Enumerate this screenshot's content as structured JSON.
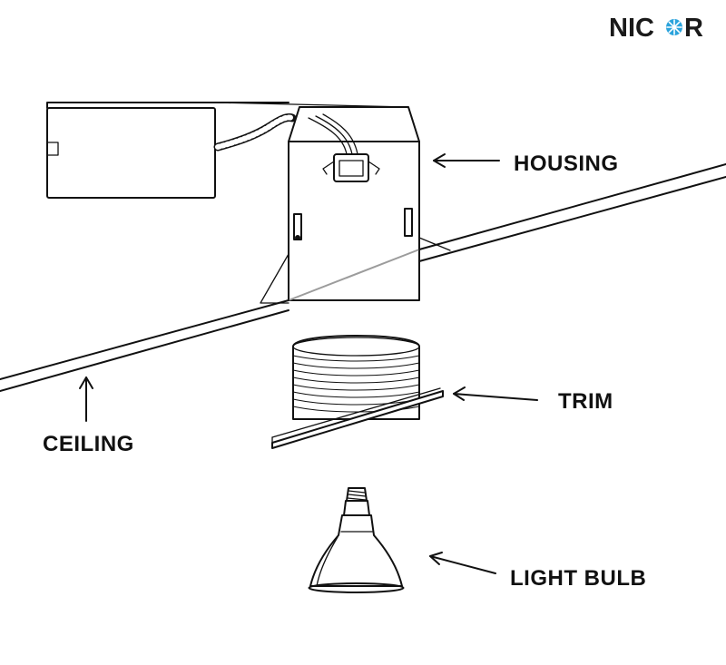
{
  "logo": {
    "text_before": "NIC",
    "text_after": "R",
    "star_color": "#2aa3dc"
  },
  "labels": {
    "housing": "HOUSING",
    "trim": "TRIM",
    "ceiling": "CEILING",
    "light_bulb": "LIGHT BULB"
  }
}
